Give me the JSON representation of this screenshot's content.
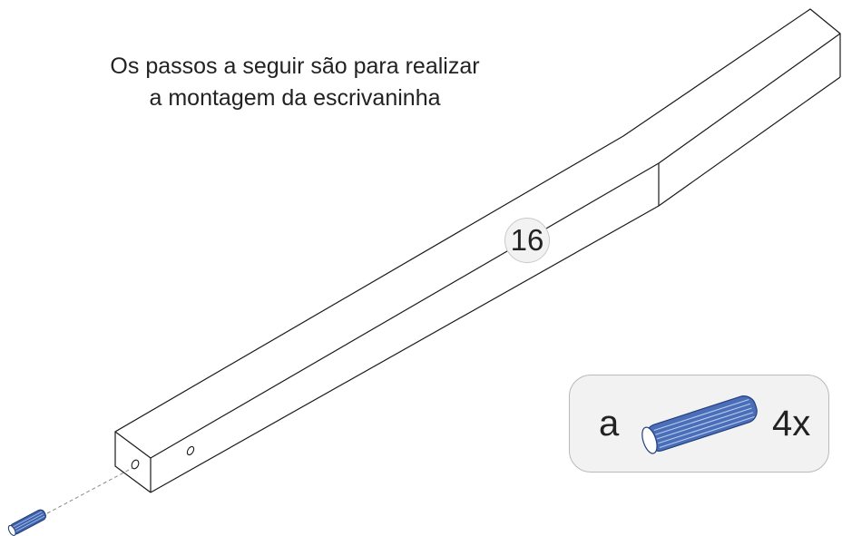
{
  "instruction": {
    "line1": "Os passos a seguir são para realizar",
    "line2": "a montagem da escrivaninha"
  },
  "step_badge": "16",
  "parts_callout": {
    "part_letter": "a",
    "part_icon": "wooden-dowel-icon",
    "quantity": "4x"
  },
  "colors": {
    "line": "#1a1a1a",
    "dowel_blue": "#3f64ad",
    "callout_bg": "#f2f2f2"
  }
}
